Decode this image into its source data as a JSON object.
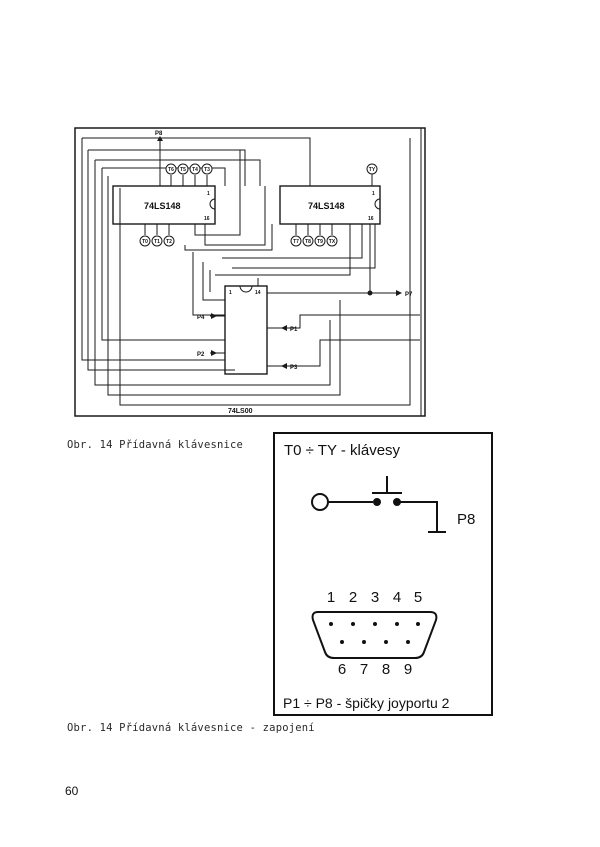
{
  "schematic": {
    "ic1_label": "74LS148",
    "ic2_label": "74LS148",
    "ic3_label": "74LS00",
    "pin1_label": "1",
    "pin16_label": "16",
    "pin14_label": "14",
    "p8": "P8",
    "p7": "P7",
    "p1": "P1",
    "p2": "P2",
    "p3": "P3",
    "p4": "P4",
    "ic1_top_terms": [
      "T6",
      "T5",
      "T4",
      "T3"
    ],
    "ic1_bottom_terms": [
      "T0",
      "T1",
      "T2"
    ],
    "ic2_top_terms": [
      "TY"
    ],
    "ic2_bottom_terms": [
      "T7",
      "T8",
      "T9",
      "TX"
    ]
  },
  "caption1": "Obr. 14 Přídavná klávesnice",
  "inset": {
    "title": "T0 ÷ TY - klávesy",
    "p8_label": "P8",
    "pins_top": [
      "1",
      "2",
      "3",
      "4",
      "5"
    ],
    "pins_bottom": [
      "6",
      "7",
      "8",
      "9"
    ],
    "footer": "P1 ÷ P8 - špičky joyportu 2"
  },
  "caption2": "Obr. 14 Přídavná klávesnice - zapojení",
  "page_number": "60"
}
